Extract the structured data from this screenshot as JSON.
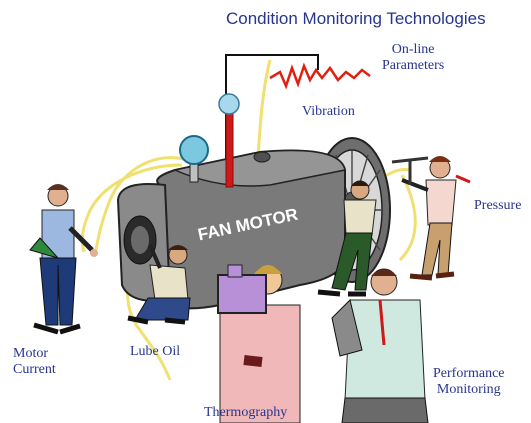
{
  "diagram": {
    "title": "Condition Monitoring Technologies",
    "machine_label": "FAN MOTOR",
    "labels": {
      "online": "On-line",
      "parameters": "Parameters",
      "vibration": "Vibration",
      "pressure": "Pressure",
      "motor": "Motor",
      "current": "Current",
      "lube_oil": "Lube Oil",
      "thermography": "Thermography",
      "performance": "Performance",
      "monitoring": "Monitoring"
    },
    "colors": {
      "label_text": "#27358f",
      "motor_body": "#7a7a7a",
      "sensor_wire": "#f0e070",
      "vibration_trace": "#e02010",
      "thermometer_red": "#d01818",
      "gauge_cyan": "#7cc8e0"
    }
  }
}
